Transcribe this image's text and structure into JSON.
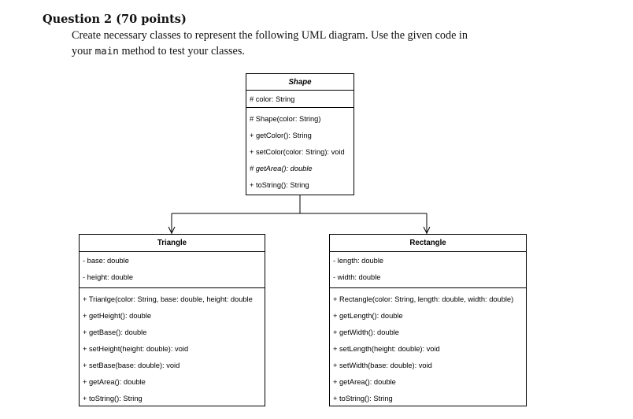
{
  "question": {
    "title": "Question 2 (70 points)",
    "line1": "Create necessary classes to represent the following UML diagram. Use the given code in",
    "line2_before": "your ",
    "line2_code": "main",
    "line2_after": " method to test your classes."
  },
  "shape": {
    "name": "Shape",
    "attributes": [
      "# color: String"
    ],
    "methods": [
      {
        "text": "# Shape(color: String)",
        "italic": false
      },
      {
        "text": "+ getColor(): String",
        "italic": false
      },
      {
        "text": "+ setColor(color: String): void",
        "italic": false
      },
      {
        "text": "# getArea(): double",
        "italic": true
      },
      {
        "text": "+ toString(): String",
        "italic": false
      }
    ]
  },
  "triangle": {
    "name": "Triangle",
    "attributes": [
      "- base: double",
      "- height: double"
    ],
    "methods": [
      "+ Trianlge(color: String, base: double, height: double",
      "+ getHeight(): double",
      "+ getBase(): double",
      "+ setHeight(height: double): void",
      "+ setBase(base: double): void",
      "+ getArea(): double",
      "+ toString(): String"
    ]
  },
  "rectangle": {
    "name": "Rectangle",
    "attributes": [
      "- length: double",
      "- width: double"
    ],
    "methods": [
      "+ Rectangle(color: String, length: double, width: double)",
      "+ getLength(): double",
      "+ getWidth(): double",
      "+ setLength(height: double): void",
      "+ setWidth(base: double): void",
      "+ getArea(): double",
      "+ toString(): String"
    ]
  }
}
